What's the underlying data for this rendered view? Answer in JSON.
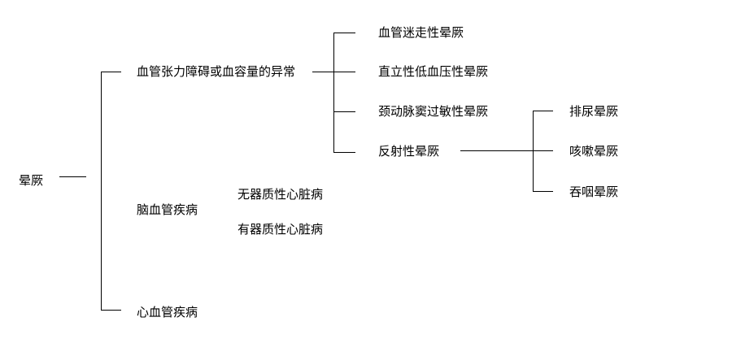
{
  "colors": {
    "line": "#000000",
    "text": "#000000",
    "background": "#ffffff"
  },
  "tree": {
    "root": "晕厥",
    "branch1": {
      "label": "血管张力障碍或血容量的异常",
      "items": [
        "血管迷走性晕厥",
        "直立性低血压性晕厥",
        "颈动脉窦过敏性晕厥",
        "反射性晕厥"
      ],
      "reflex": {
        "items": [
          "排尿晕厥",
          "咳嗽晕厥",
          "吞咽晕厥"
        ]
      }
    },
    "branch2": {
      "label": "脑血管疾病",
      "items": [
        "无器质性心脏病",
        "有器质性心脏病"
      ]
    },
    "branch3": {
      "label": "心血管疾病"
    }
  }
}
